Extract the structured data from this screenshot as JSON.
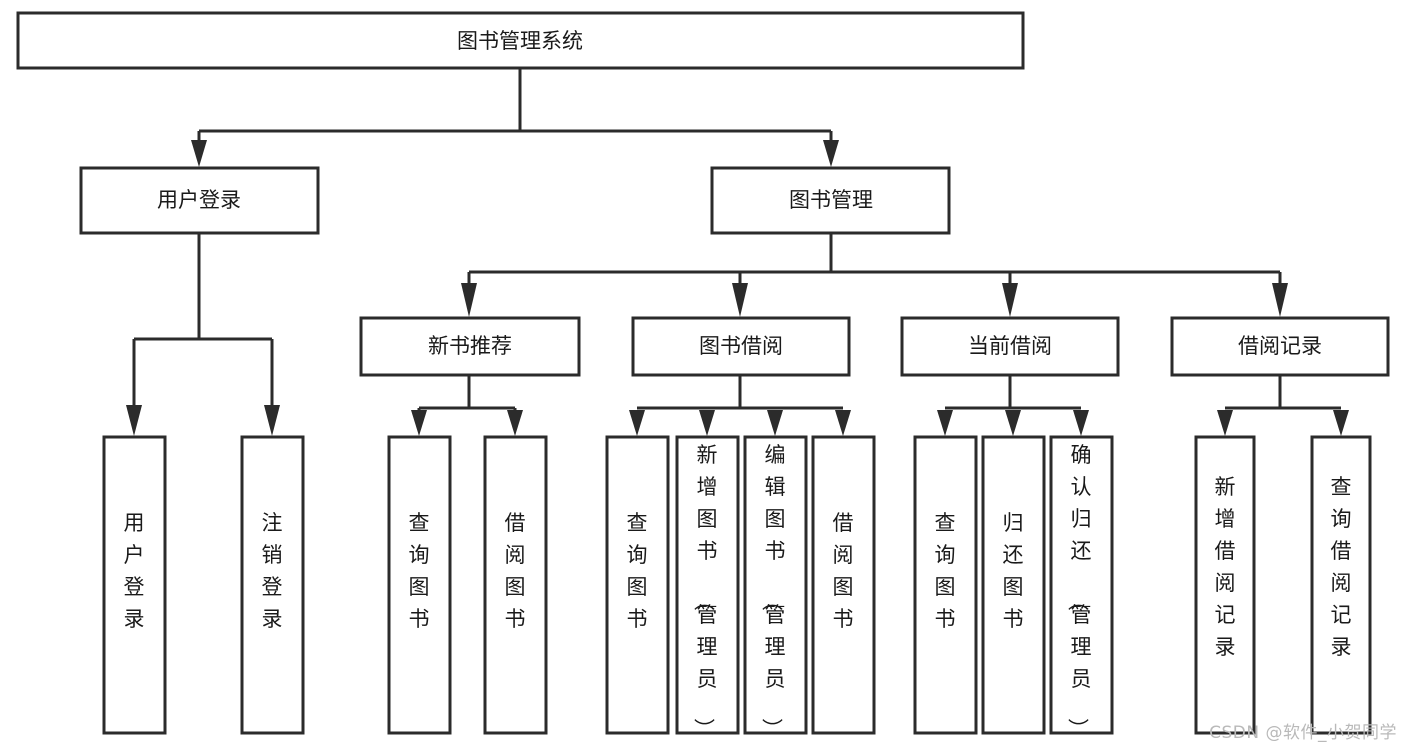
{
  "diagram": {
    "type": "tree-hierarchy-chart",
    "title_node": {
      "id": "root",
      "label": "图书管理系统"
    },
    "level2": [
      {
        "id": "user-login",
        "label": "用户登录"
      },
      {
        "id": "book-management",
        "label": "图书管理"
      }
    ],
    "level3": [
      {
        "id": "new-book-recommend",
        "label": "新书推荐",
        "parent": "book-management"
      },
      {
        "id": "book-borrow",
        "label": "图书借阅",
        "parent": "book-management"
      },
      {
        "id": "current-borrow",
        "label": "当前借阅",
        "parent": "book-management"
      },
      {
        "id": "borrow-record",
        "label": "借阅记录",
        "parent": "book-management"
      }
    ],
    "leaves": [
      {
        "id": "leaf-user-login",
        "label": "用户登录",
        "parent": "user-login"
      },
      {
        "id": "leaf-logout-login",
        "label": "注销登录",
        "parent": "user-login"
      },
      {
        "id": "leaf-query-book-1",
        "label": "查询图书",
        "parent": "new-book-recommend"
      },
      {
        "id": "leaf-borrow-book-1",
        "label": "借阅图书",
        "parent": "new-book-recommend"
      },
      {
        "id": "leaf-query-book-2",
        "label": "查询图书",
        "parent": "book-borrow"
      },
      {
        "id": "leaf-add-book",
        "label": "新增图书（管理员）",
        "parent": "book-borrow"
      },
      {
        "id": "leaf-edit-book",
        "label": "编辑图书（管理员）",
        "parent": "book-borrow"
      },
      {
        "id": "leaf-borrow-book-2",
        "label": "借阅图书",
        "parent": "book-borrow"
      },
      {
        "id": "leaf-query-book-3",
        "label": "查询图书",
        "parent": "current-borrow"
      },
      {
        "id": "leaf-return-book",
        "label": "归还图书",
        "parent": "current-borrow"
      },
      {
        "id": "leaf-confirm-return",
        "label": "确认归还（管理员）",
        "parent": "current-borrow"
      },
      {
        "id": "leaf-add-record",
        "label": "新增借阅记录",
        "parent": "borrow-record"
      },
      {
        "id": "leaf-query-record",
        "label": "查询借阅记录",
        "parent": "borrow-record"
      }
    ],
    "colors": {
      "stroke": "#2b2b2b",
      "fill": "#ffffff",
      "text": "#1a1a1a",
      "watermark": "#b9b9b9"
    }
  },
  "watermark": {
    "text": "CSDN @软件_小贺同学"
  }
}
